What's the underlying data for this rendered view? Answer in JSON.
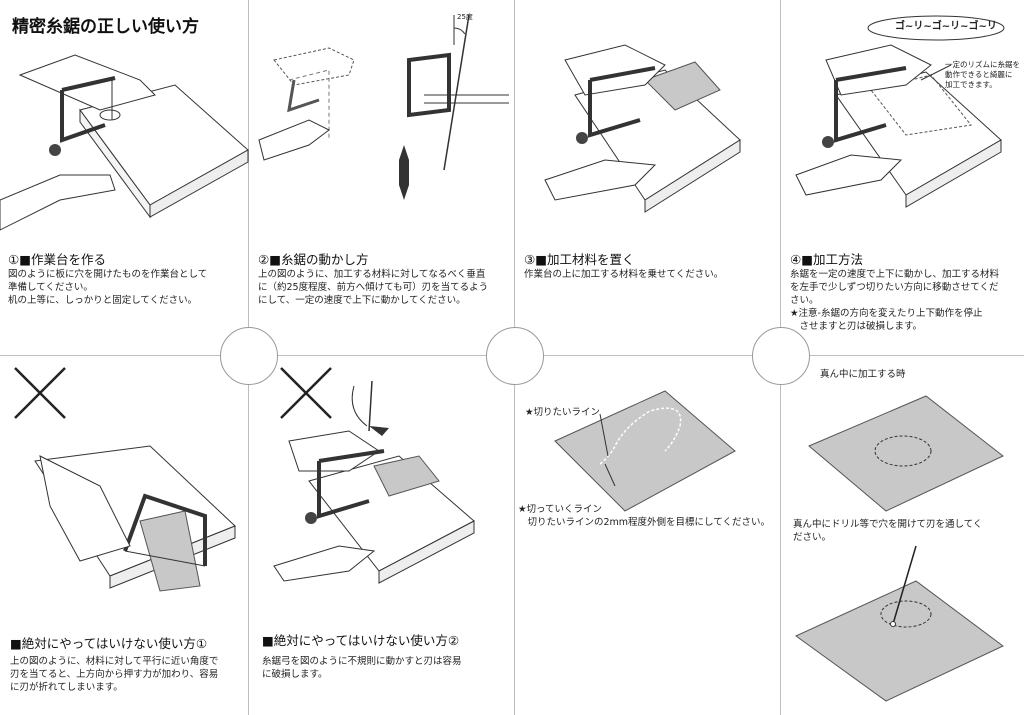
{
  "title": "精密糸鋸の正しい使い方",
  "panels": {
    "p1": {
      "title": "①■作業台を作る",
      "text": "図のように板に穴を開けたものを作業台として\n準備してください。\n机の上等に、しっかりと固定してください。"
    },
    "p2": {
      "title": "②■糸鋸の動かし方",
      "text": "上の図のように、加工する材料に対してなるべく垂直\nに（約25度程度、前方へ傾けても可）刃を当てるよう\nにして、一定の速度で上下に動かしてください。",
      "angle": "25度"
    },
    "p3": {
      "title": "③■加工材料を置く",
      "text": "作業台の上に加工する材料を乗せてください。"
    },
    "p4": {
      "title": "④■加工方法",
      "text": "糸鋸を一定の速度で上下に動かし、加工する材料\nを左手で少しずつ切りたい方向に移動させてくだ\nさい。\n★注意-糸鋸の方向を変えたり上下動作を停止\n　させますと刃は破損します。",
      "sound": "ゴ~リ~ゴ~リ~ゴ~リ",
      "note": "一定のリズムに糸鋸を\n動作できると綺麗に\n加工できます。"
    },
    "p5": {
      "title": "■絶対にやってはいけない使い方①",
      "text": "上の図のように、材料に対して平行に近い角度で\n刃を当てると、上方向から押す力が加わり、容易\nに刃が折れてしまいます。"
    },
    "p6": {
      "title": "■絶対にやってはいけない使い方②",
      "text": "糸鋸弓を図のように不規則に動かすと刃は容易\nに破損します。"
    },
    "p7": {
      "label_cut": "★切りたいライン",
      "label_cutting": "★切っていくライン\n　切りたいラインの2mm程度外側を目標にしてください。"
    },
    "p8": {
      "heading": "真ん中に加工する時",
      "text": "真ん中にドリル等で穴を開けて刃を通してく\nださい。"
    }
  }
}
